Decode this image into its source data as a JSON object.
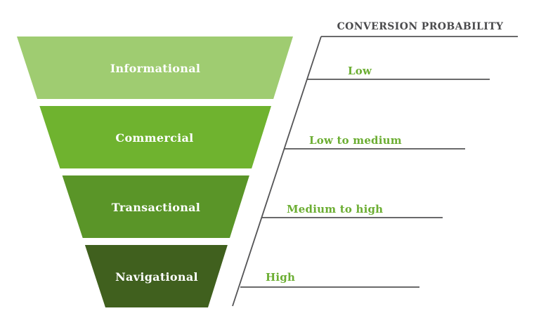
{
  "title": "CONVERSION PROBABILITY",
  "funnel": {
    "stage_label_color": "#ffffff",
    "stages": [
      {
        "label": "Informational",
        "color": "#9fcc71",
        "probability": "Low"
      },
      {
        "label": "Commercial",
        "color": "#6fb32f",
        "probability": "Low to medium"
      },
      {
        "label": "Transactional",
        "color": "#5a9528",
        "probability": "Medium to high"
      },
      {
        "label": "Navigational",
        "color": "#40601e",
        "probability": "High"
      }
    ]
  },
  "annotation": {
    "title_color": "#4a4a4c",
    "line_color": "#545456",
    "probability_color": "#6cae33"
  }
}
